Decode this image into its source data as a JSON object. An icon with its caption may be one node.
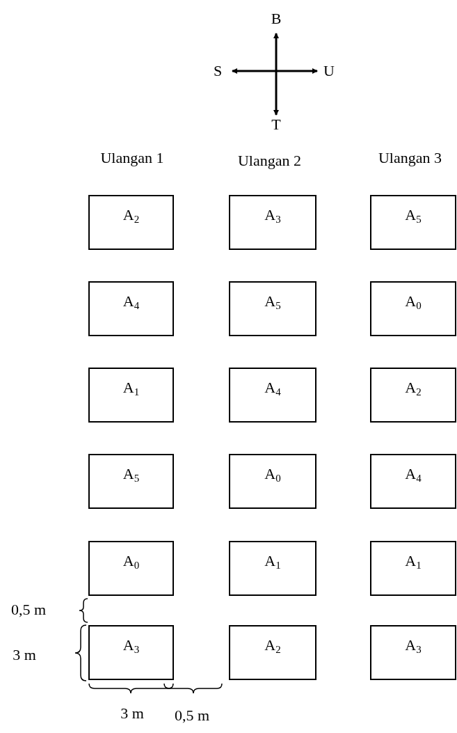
{
  "diagram": {
    "nodes": [
      {
        "text": [
          "A$_{2}$"
        ]
      },
      {
        "text": [
          "A$_{3}$"
        ]
      },
      {
        "text": [
          "A$_{5}$"
        ]
      },
      {
        "text": [
          "A$_{4}$"
        ]
      },
      {
        "text": [
          "A$_{5}$"
        ]
      },
      {
        "text": [
          "A$_{0}$"
        ]
      },
      {
        "text": [
          "A$_{1}$"
        ]
      },
      {
        "text": [
          "A$_{4}$"
        ]
      },
      {
        "text": [
          "A$_{2}$"
        ]
      },
      {
        "text": [
          "A$_{5}$"
        ]
      },
      {
        "text": [
          "A$_{0}$"
        ]
      },
      {
        "text": [
          "A$_{4}$"
        ]
      },
      {
        "text": [
          "A$_{0}$"
        ]
      },
      {
        "text": [
          "A$_{1}$"
        ]
      },
      {
        "text": [
          "A$_{1}$"
        ]
      },
      {
        "text": [
          "A$_{3}$"
        ]
      },
      {
        "text": [
          "A$_{2}$"
        ]
      },
      {
        "text": [
          "A$_{3}$"
        ]
      }
    ],
    "labels": [
      "B",
      "S",
      "U",
      "T",
      "Ulangan 1",
      "Ulangan 2",
      "Ulangan 3",
      "0,5 m",
      "3 m",
      "3 m",
      "0,5 m"
    ]
  }
}
